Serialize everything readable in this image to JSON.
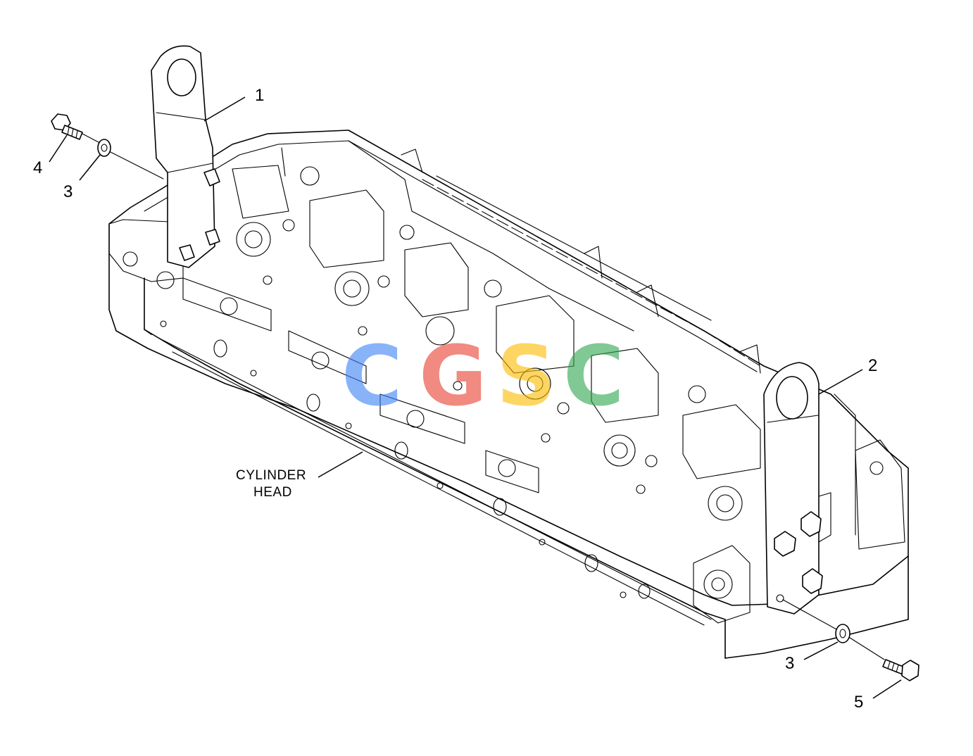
{
  "callouts": {
    "c1": "1",
    "c2": "2",
    "c3a": "3",
    "c3b": "3",
    "c4": "4",
    "c5": "5"
  },
  "labels": {
    "cylinder_head_line1": "CYLINDER",
    "cylinder_head_line2": "HEAD"
  },
  "watermark": {
    "letters": [
      "C",
      "G",
      "S",
      "C"
    ],
    "colors": [
      "#4285f4",
      "#ea4335",
      "#fbbc05",
      "#34a853"
    ]
  }
}
